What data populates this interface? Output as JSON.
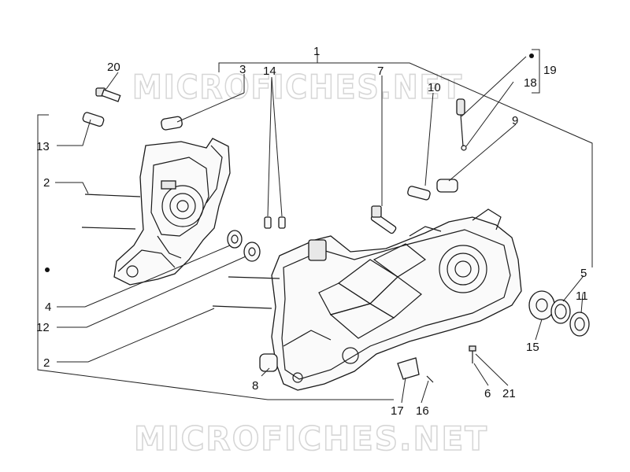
{
  "watermark": {
    "top_text": "MICROFICHES.NET",
    "bottom_text": "MICROFICHES.NET"
  },
  "callouts": {
    "c1": "1",
    "c2a": "2",
    "c2b": "2",
    "c3": "3",
    "c4": "4",
    "c5": "5",
    "c6": "6",
    "c7": "7",
    "c8": "8",
    "c9": "9",
    "c10": "10",
    "c11": "11",
    "c12": "12",
    "c13": "13",
    "c14": "14",
    "c15": "15",
    "c16": "16",
    "c17": "17",
    "c18": "18",
    "c19": "19",
    "c20": "20",
    "c21": "21"
  }
}
